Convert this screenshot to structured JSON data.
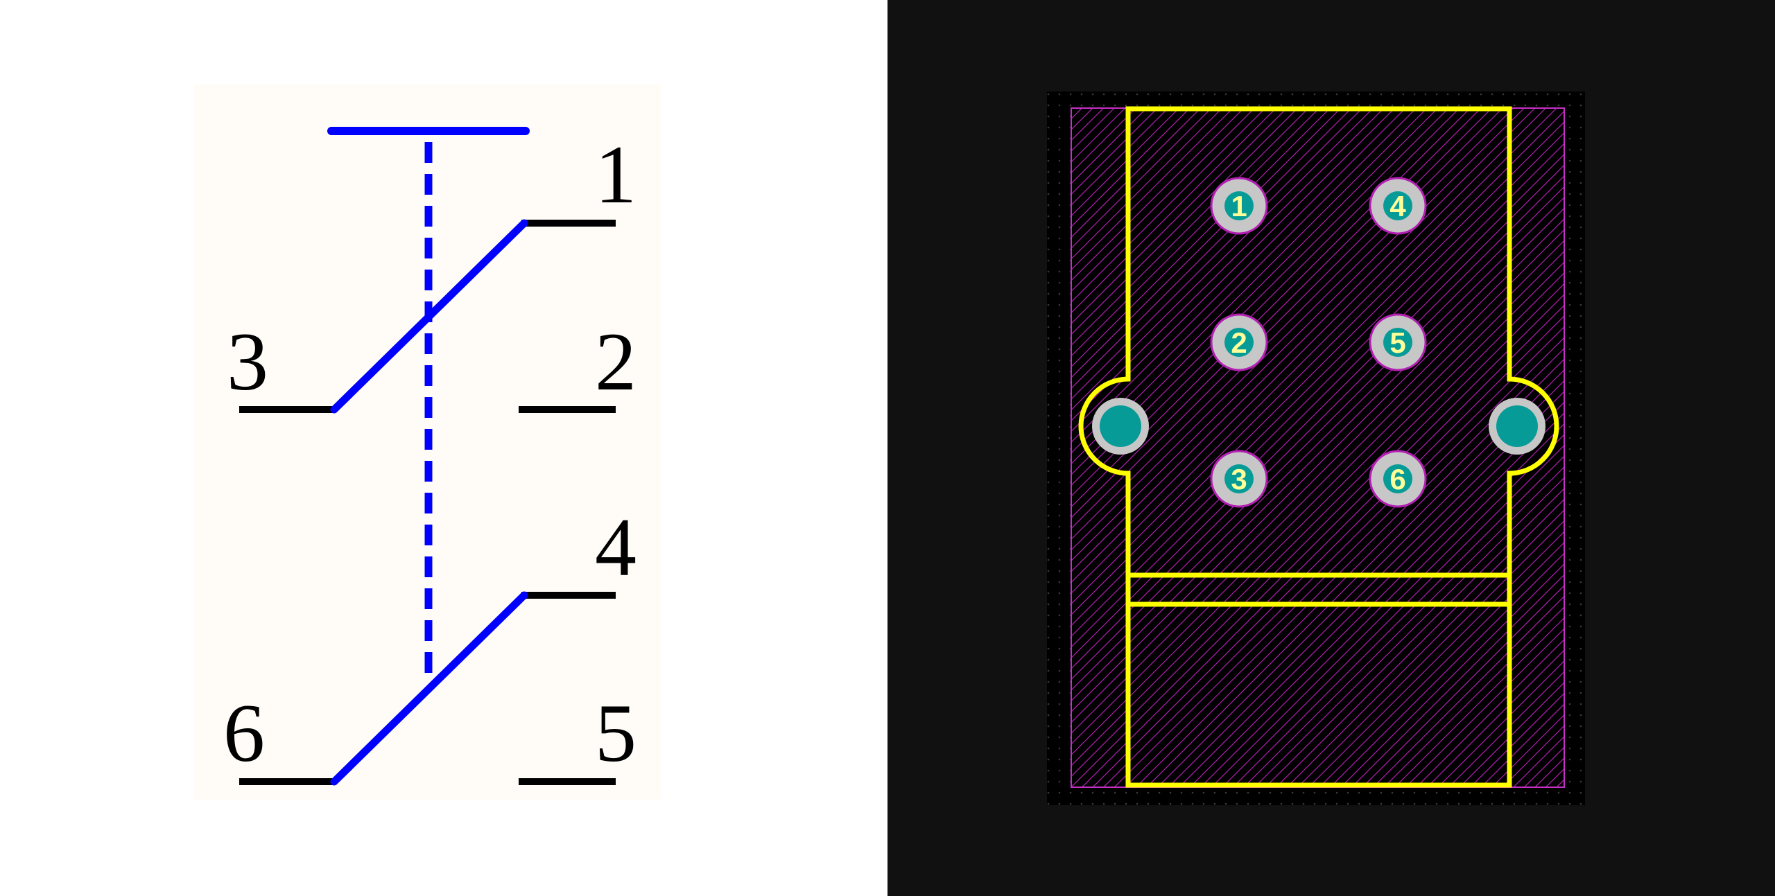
{
  "colors": {
    "page_bg": "#ffffff",
    "schematic_bg": "#fffcf8",
    "schematic_wire": "#0000ff",
    "schematic_pin": "#000000",
    "pcb_bg": "#111111",
    "pcb_board": "#000000",
    "pcb_hatch": "#b320b3",
    "pcb_outline": "#c730c7",
    "pcb_silkscreen": "#ffff00",
    "pad_ring": "#c7c7c7",
    "pad_hole": "#079b98",
    "pad_label": "#ffff99"
  },
  "schematic": {
    "pins": [
      "1",
      "2",
      "3",
      "4",
      "5",
      "6"
    ]
  },
  "pcb": {
    "pads": [
      "1",
      "2",
      "3",
      "4",
      "5",
      "6"
    ]
  }
}
